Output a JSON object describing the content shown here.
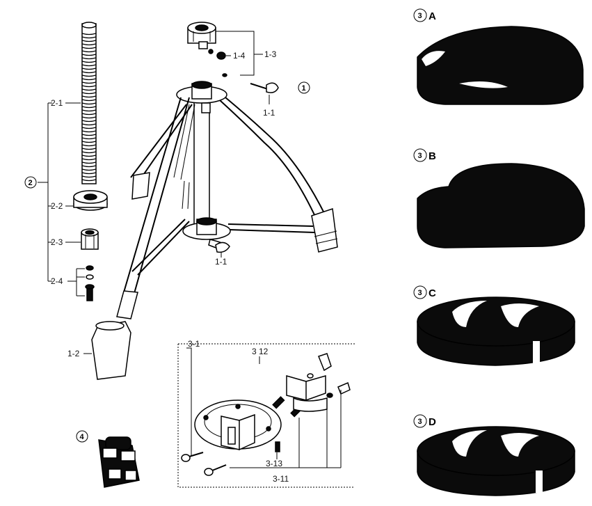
{
  "parts": {
    "group_1": "1",
    "group_2": "2",
    "group_3a": "3",
    "group_3b": "3",
    "group_3c": "3",
    "group_3d": "3",
    "group_4": "4",
    "label_1_1_top": "1-1",
    "label_1_1_bottom": "1-1",
    "label_1_2": "1-2",
    "label_1_3": "1-3",
    "label_1_4": "1-4",
    "label_2_1": "2-1",
    "label_2_2": "2-2",
    "label_2_3": "2-3",
    "label_2_4": "2-4",
    "label_3_1": "3-1",
    "label_3_11": "3-11",
    "label_3_12": "3 12",
    "label_3_13": "3-13"
  },
  "seats": [
    {
      "letter": "A"
    },
    {
      "letter": "B"
    },
    {
      "letter": "C"
    },
    {
      "letter": "D"
    }
  ]
}
